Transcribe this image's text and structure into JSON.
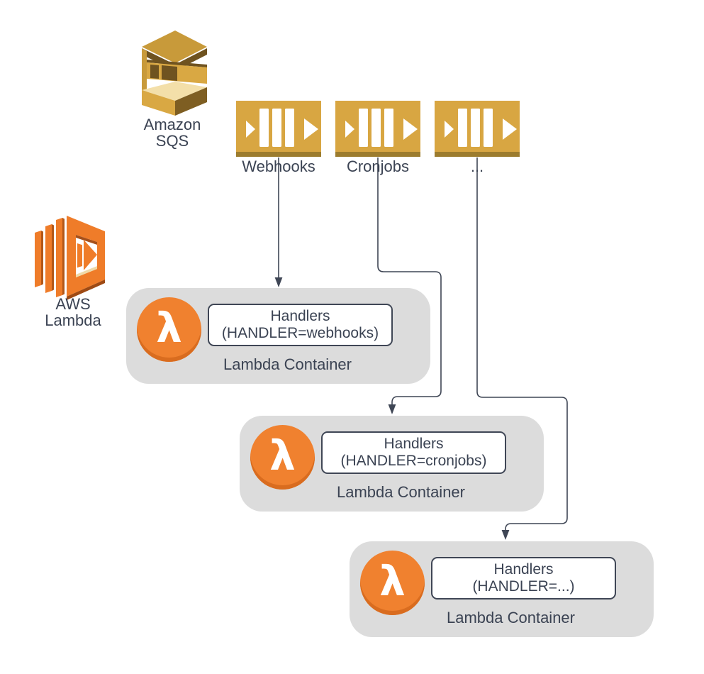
{
  "diagram_type": "aws-architecture",
  "colors": {
    "background": "#FFFFFF",
    "queue_gold": "#D8A642",
    "queue_gold_shadow": "#9C7C2E",
    "icon_gold_top": "#C89A3A",
    "icon_gold_bright": "#D9A843",
    "icon_gold_dark": "#6F5320",
    "icon_gold_side": "#7E5E22",
    "icon_cream": "#F3DFA9",
    "lambda_orange": "#EF7C29",
    "lambda_orange_dark": "#B35717",
    "lambda_circle_orange": "#F0812F",
    "lambda_circle_shadow": "#D96C1F",
    "container_gray": "#DCDCDC",
    "stroke_dark": "#3F4655"
  },
  "sqs_service": {
    "label_line1": "Amazon",
    "label_line2": "SQS"
  },
  "lambda_service": {
    "label_line1": "AWS",
    "label_line2": "Lambda"
  },
  "queues": [
    {
      "label": "Webhooks"
    },
    {
      "label": "Cronjobs"
    },
    {
      "label": "..."
    }
  ],
  "containers": [
    {
      "lambda_glyph": "λ",
      "handlers_title": "Handlers",
      "handlers_config": "(HANDLER=webhooks)",
      "label": "Lambda Container"
    },
    {
      "lambda_glyph": "λ",
      "handlers_title": "Handlers",
      "handlers_config": "(HANDLER=cronjobs)",
      "label": "Lambda Container"
    },
    {
      "lambda_glyph": "λ",
      "handlers_title": "Handlers",
      "handlers_config": "(HANDLER=...)",
      "label": "Lambda Container"
    }
  ],
  "connections": [
    {
      "from": "Webhooks",
      "to": "Lambda Container (HANDLER=webhooks)"
    },
    {
      "from": "Cronjobs",
      "to": "Lambda Container (HANDLER=cronjobs)"
    },
    {
      "from": "...",
      "to": "Lambda Container (HANDLER=...)"
    }
  ]
}
